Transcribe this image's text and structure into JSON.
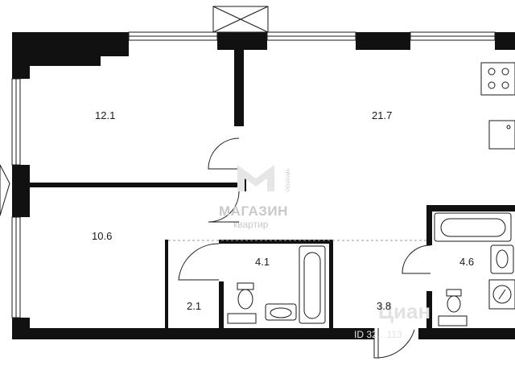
{
  "rooms": [
    {
      "label": "12.1"
    },
    {
      "label": "21.7"
    },
    {
      "label": "10.6"
    },
    {
      "label": "4.1"
    },
    {
      "label": "2.1"
    },
    {
      "label": "3.8"
    },
    {
      "label": "4.6"
    }
  ],
  "watermark": {
    "brand": "МАГАЗИН",
    "sub": "квартир",
    "side": "РЕКЛАМА",
    "cian": "Циан",
    "id": "ID 32…113"
  },
  "colors": {
    "wall": "#111111",
    "line": "#1a1a1a",
    "dashed": "#9a9a9a",
    "watermark": "#c9c9c9"
  }
}
